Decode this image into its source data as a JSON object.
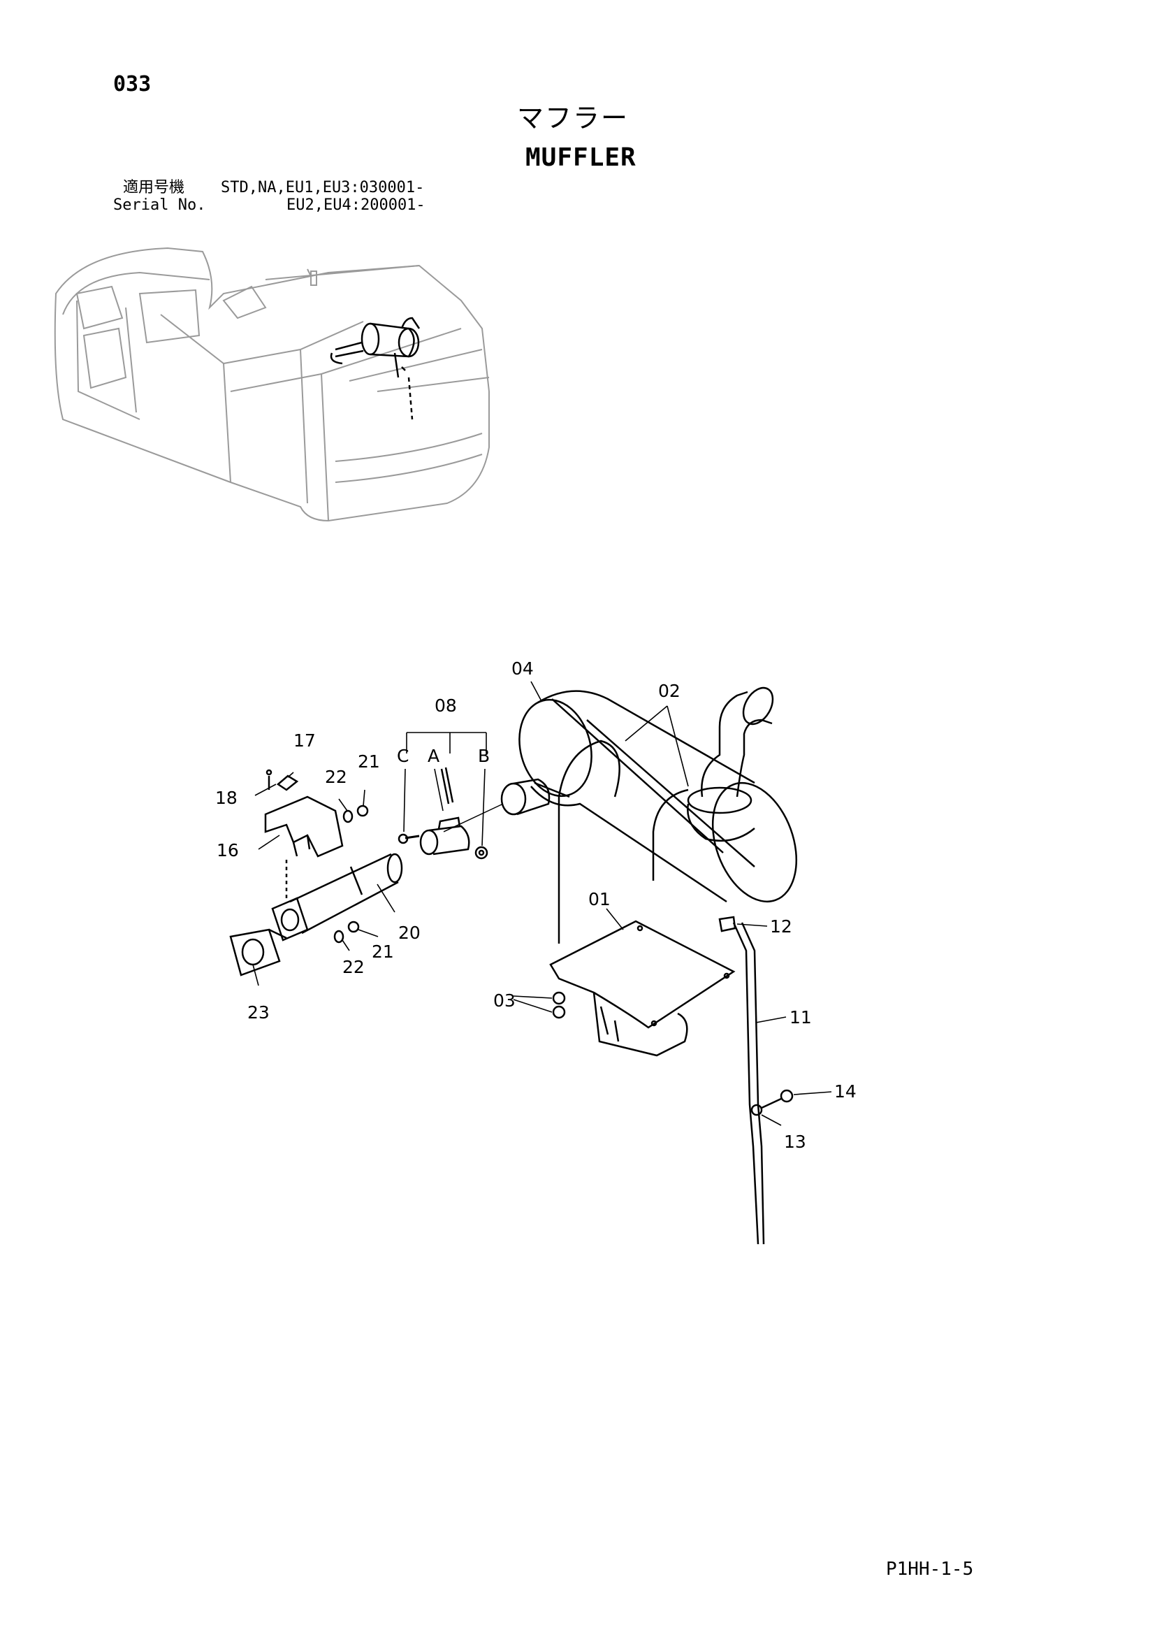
{
  "page": {
    "number": "033",
    "title_jp": "マフラー",
    "title_en": "MUFFLER",
    "serial": {
      "jp_label": "適用号機",
      "en_label": "Serial No.",
      "line1": "STD,NA,EU1,EU3:030001-",
      "line2": "EU2,EU4:200001-"
    },
    "footer_code": "P1HH-1-5"
  },
  "callouts": {
    "c01": "01",
    "c02": "02",
    "c03": "03",
    "c04": "04",
    "c08": "08",
    "cA": "A",
    "cB": "B",
    "cC": "C",
    "c11": "11",
    "c12": "12",
    "c13": "13",
    "c14": "14",
    "c16": "16",
    "c17": "17",
    "c18": "18",
    "c20": "20",
    "c21a": "21",
    "c21b": "21",
    "c22a": "22",
    "c22b": "22",
    "c23": "23"
  }
}
